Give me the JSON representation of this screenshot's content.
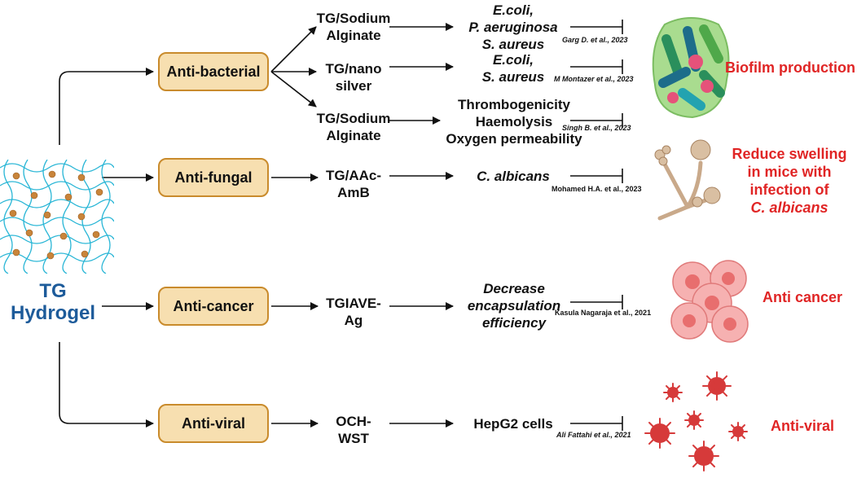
{
  "hydrogel": {
    "line1": "TG",
    "line2": "Hydrogel"
  },
  "categories": [
    {
      "label": "Anti-bacterial"
    },
    {
      "label": "Anti-fungal"
    },
    {
      "label": "Anti-cancer"
    },
    {
      "label": "Anti-viral"
    }
  ],
  "materials": [
    {
      "lines": [
        "TG/Sodium",
        "Alginate"
      ]
    },
    {
      "lines": [
        "TG/nano",
        "silver"
      ]
    },
    {
      "lines": [
        "TG/Sodium",
        "Alginate"
      ]
    },
    {
      "lines": [
        "TG/AAc-",
        "AmB"
      ]
    },
    {
      "lines": [
        "TGIAVE-",
        "Ag"
      ]
    },
    {
      "lines": [
        "OCH-",
        "WST"
      ]
    }
  ],
  "targets": [
    {
      "lines": [
        "E.coli,",
        "P. aeruginosa",
        "S. aureus"
      ]
    },
    {
      "lines": [
        "E.coli,",
        "S. aureus"
      ]
    },
    {
      "lines": [
        "Thrombogenicity",
        "Haemolysis",
        "Oxygen permeability"
      ]
    },
    {
      "lines": [
        "C. albicans"
      ]
    },
    {
      "lines": [
        "Decrease",
        "encapsulation",
        "efficiency"
      ]
    },
    {
      "lines": [
        "HepG2 cells"
      ]
    }
  ],
  "references": [
    "Garg D.  et al., 2023",
    "M Montazer et al., 2023",
    "Singh B. et al., 2023",
    "Mohamed H.A. et al., 2023",
    "Kasula Nagaraja et al., 2021",
    "Ali Fattahi et al., 2021"
  ],
  "effects": [
    {
      "lines": [
        "Biofilm production"
      ]
    },
    {
      "lines": [
        "Reduce swelling",
        "in mice with",
        "infection of",
        "C. albicans"
      ]
    },
    {
      "lines": [
        "Anti cancer"
      ]
    },
    {
      "lines": [
        "Anti-viral"
      ]
    }
  ],
  "colors": {
    "box_fill": "#f7dfb0",
    "box_border": "#c98b2c",
    "effect_text": "#e02525",
    "hydrogel_text": "#1d5b9a",
    "mesh": "#29b6d6",
    "particle": "#c8843a",
    "virus": "#d63a3a"
  },
  "icons": [
    "hydrogel-mesh-icon",
    "biofilm-icon",
    "fungus-icon",
    "cancer-cells-icon",
    "virus-icon"
  ]
}
